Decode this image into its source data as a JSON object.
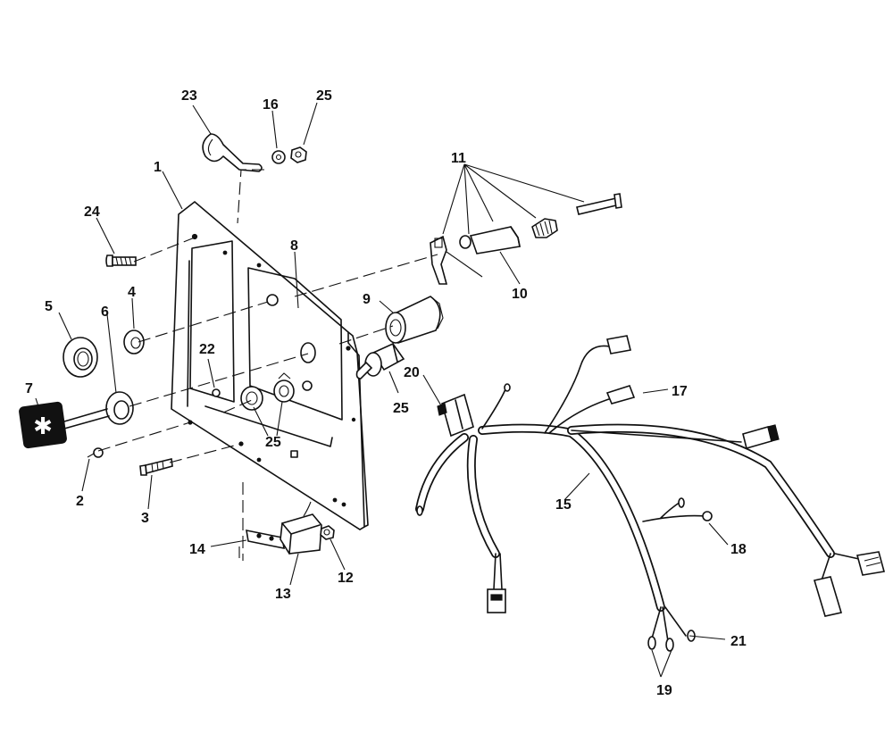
{
  "callouts": {
    "c1": "1",
    "c2": "2",
    "c3": "3",
    "c4": "4",
    "c5": "5",
    "c6": "6",
    "c7": "7",
    "c8": "8",
    "c9": "9",
    "c10": "10",
    "c11": "11",
    "c12": "12",
    "c13": "13",
    "c14": "14",
    "c15": "15",
    "c16": "16",
    "c17": "17",
    "c18": "18",
    "c19": "19",
    "c20": "20",
    "c21": "21",
    "c22": "22",
    "c23": "23",
    "c24": "24",
    "c25a": "25",
    "c25b": "25",
    "c25c": "25"
  }
}
